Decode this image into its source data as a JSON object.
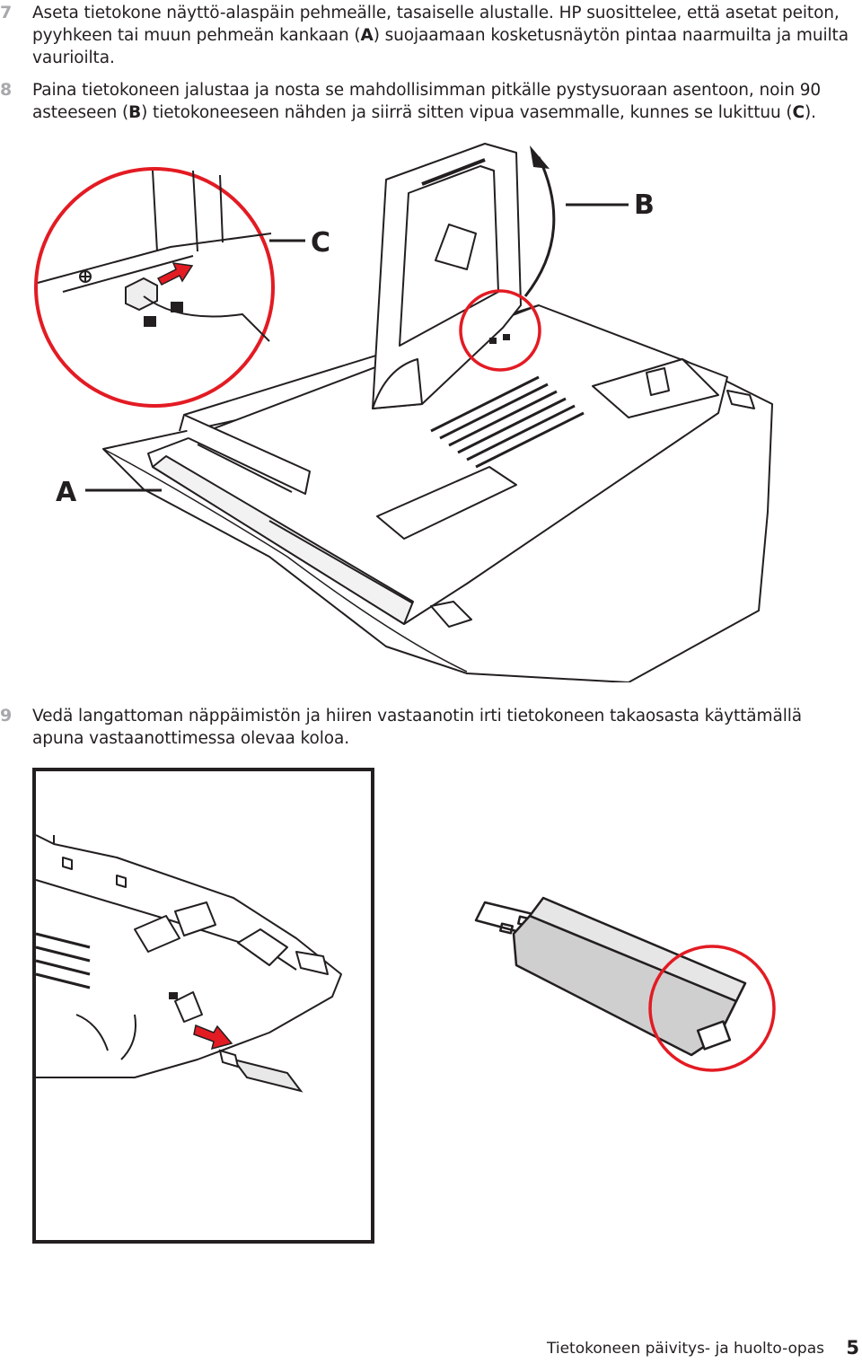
{
  "steps": [
    {
      "number": "7",
      "segments": [
        {
          "text": "Aseta tietokone näyttö-alaspäin pehmeälle, tasaiselle alustalle. HP suosittelee, että asetat peiton, pyyhkeen tai muun pehmeän kankaan (",
          "bold": false
        },
        {
          "text": "A",
          "bold": true
        },
        {
          "text": ") suojaamaan kosketusnäytön pintaa naarmuilta ja muilta vaurioilta.",
          "bold": false
        }
      ]
    },
    {
      "number": "8",
      "segments": [
        {
          "text": "Paina tietokoneen jalustaa ja nosta se mahdollisimman pitkälle pystysuoraan asentoon, noin 90 asteeseen (",
          "bold": false
        },
        {
          "text": "B",
          "bold": true
        },
        {
          "text": ") tietokoneeseen nähden ja siirrä sitten vipua vasemmalle, kunnes se lukittuu (",
          "bold": false
        },
        {
          "text": "C",
          "bold": true
        },
        {
          "text": ").",
          "bold": false
        }
      ]
    },
    {
      "number": "9",
      "segments": [
        {
          "text": "Vedä langattoman näppäimistön ja hiiren vastaanotin irti tietokoneen takaosasta käyttämällä apuna vastaanottimessa olevaa koloa.",
          "bold": false
        }
      ]
    }
  ],
  "figure1": {
    "callouts": {
      "a": "A",
      "b": "B",
      "c": "C"
    }
  },
  "footer": {
    "title": "Tietokoneen päivitys- ja huolto-opas",
    "page": "5"
  },
  "colors": {
    "accent_red": "#e31b23",
    "step_number_gray": "#a7a9ac",
    "line": "#231f20"
  }
}
